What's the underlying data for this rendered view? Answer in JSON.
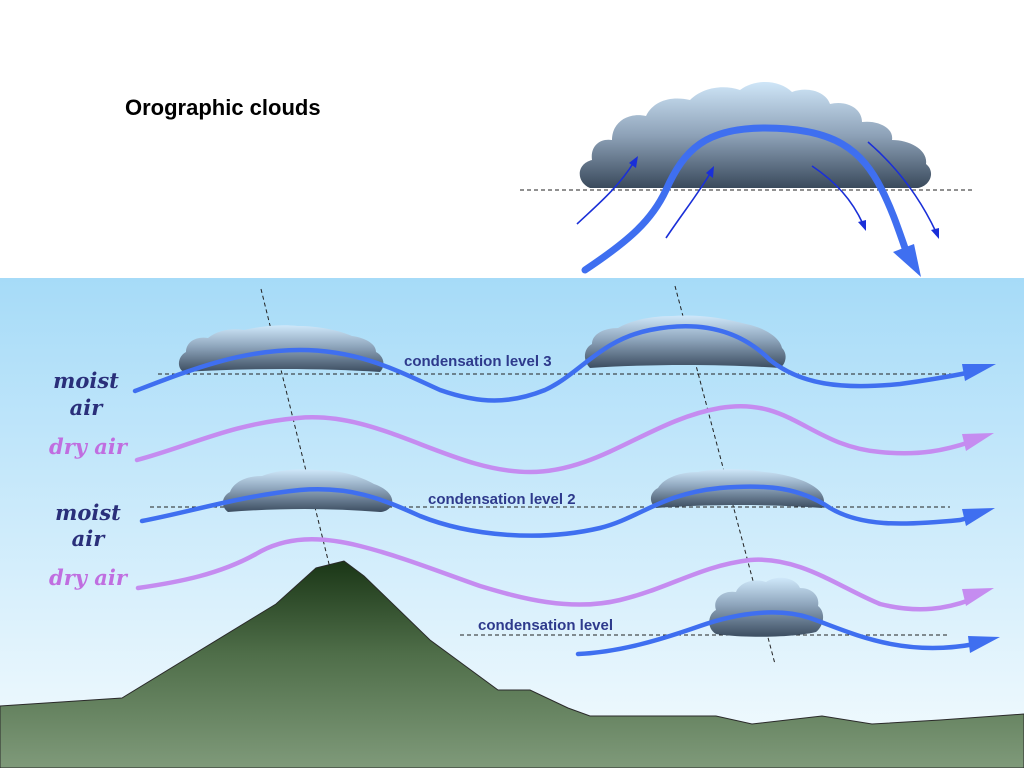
{
  "title": "Orographic clouds",
  "labels": {
    "moist_air_1_line1": "moist",
    "moist_air_1_line2": "air",
    "dry_air_1": "dry air",
    "moist_air_2_line1": "moist",
    "moist_air_2_line2": "air",
    "dry_air_2": "dry air",
    "condensation_level_3": "condensation level 3",
    "condensation_level_2": "condensation level 2",
    "condensation_level": "condensation level"
  },
  "colors": {
    "sky_top": "#a8dcf8",
    "sky_bottom": "#f4fbfe",
    "moist_air": "#3f6ff0",
    "dry_air": "#c58cf0",
    "moist_label": "#2a2f7a",
    "dry_label": "#c06ee0",
    "level_label": "#2e3a8c",
    "mountain_top": "#1d3a18",
    "mountain_bottom": "#7f9a7a"
  }
}
